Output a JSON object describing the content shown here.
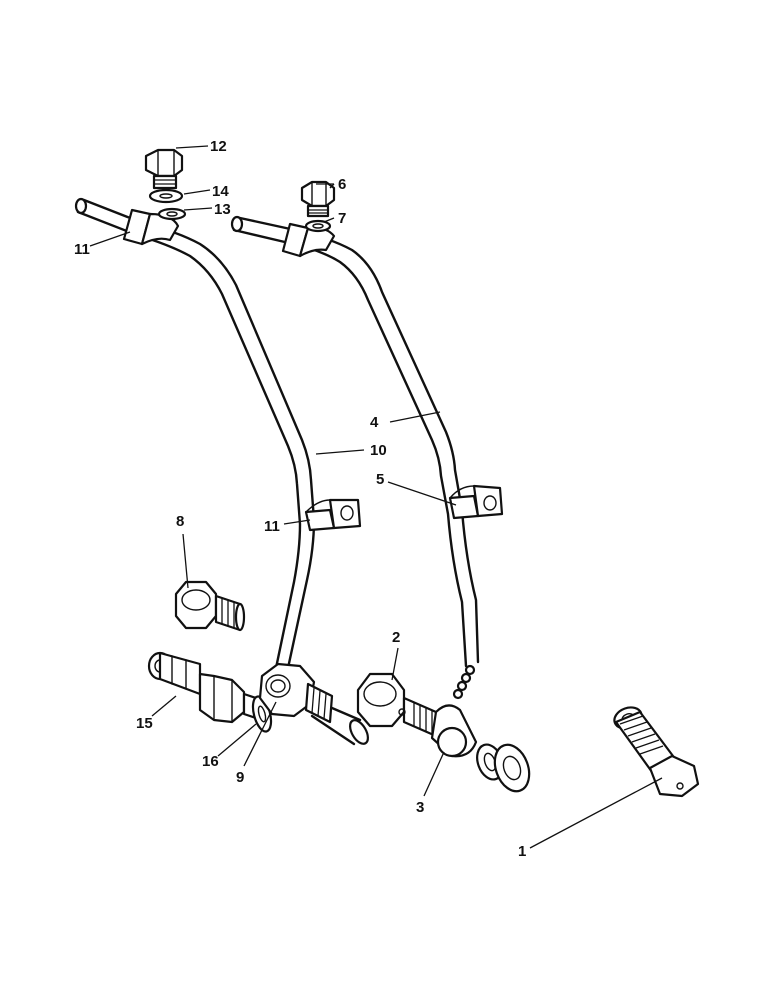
{
  "callouts": {
    "c1": "1",
    "c2": "2",
    "c3": "3",
    "c4": "4",
    "c5": "5",
    "c6": "6",
    "c7": "7",
    "c8": "8",
    "c9": "9",
    "c10": "10",
    "c11_top": "11",
    "c11_mid": "11",
    "c12": "12",
    "c13": "13",
    "c14": "14",
    "c15": "15",
    "c16": "16"
  },
  "colors": {
    "ink": "#111111",
    "paper": "#ffffff"
  }
}
